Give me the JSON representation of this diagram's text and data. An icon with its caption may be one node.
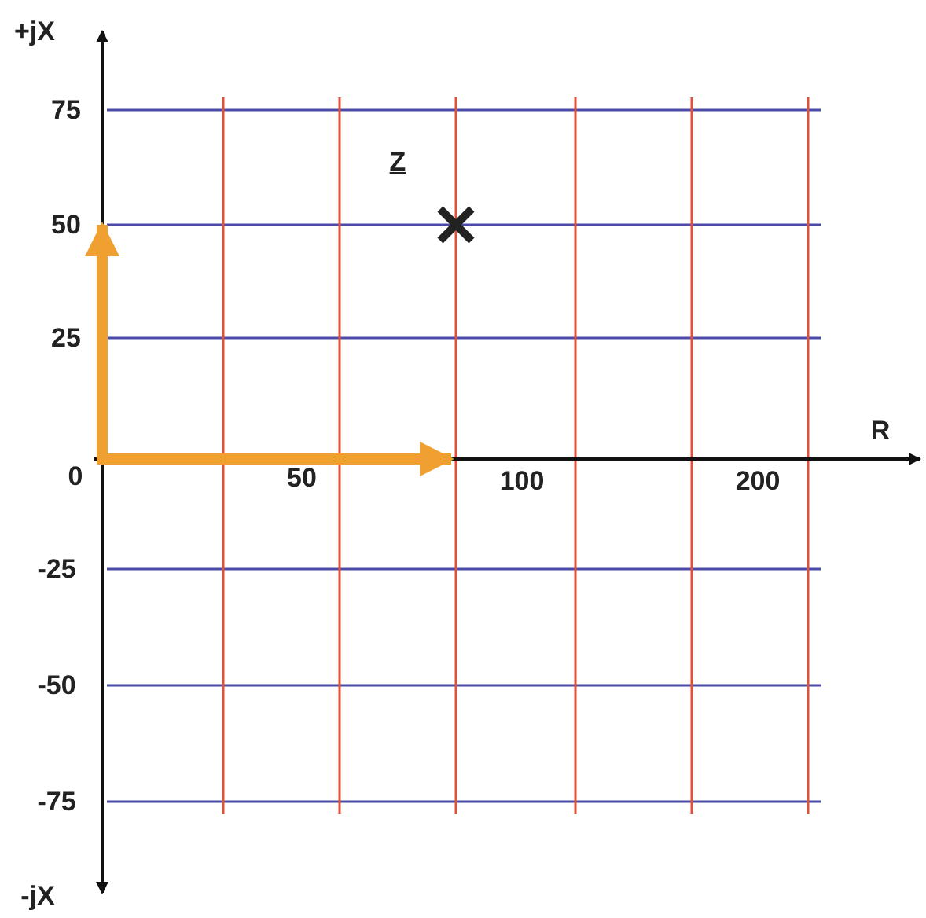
{
  "diagram": {
    "labels": [
      "+jX",
      "75",
      "Z",
      "50",
      "25",
      "R",
      "0",
      "50",
      "100",
      "200",
      "-25",
      "-50",
      "-75",
      "-jX"
    ]
  }
}
